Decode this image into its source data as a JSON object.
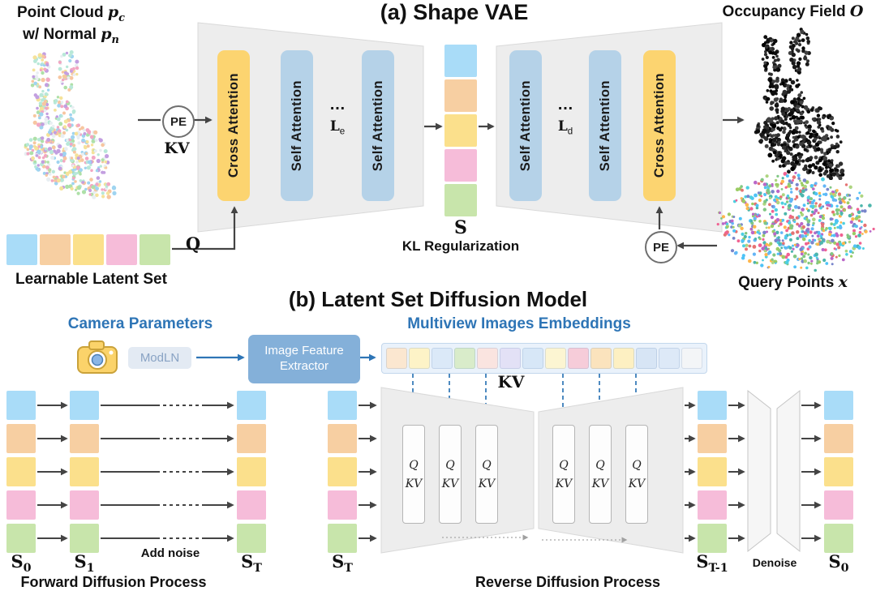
{
  "colors": {
    "latent": [
      "#a9dcf8",
      "#f7cfa2",
      "#fbe08c",
      "#f6bcd9",
      "#c8e5ab"
    ],
    "embeddings": [
      "#fbe7d0",
      "#fdf3c7",
      "#dbe9f8",
      "#d9ecca",
      "#fae4e0",
      "#e3e1f6",
      "#d7e7f7",
      "#fcf5d2",
      "#f6ccd9",
      "#fbe3bd",
      "#fdf0c2",
      "#d7e5f5",
      "#dde9f7",
      "#f3f5f7"
    ],
    "cross_attention": "#fcd470",
    "self_attention": "#b5d2e8",
    "accent_blue": "#2e75b6",
    "feature_box": "#84b0d9"
  },
  "panel_a": {
    "title": "(a) Shape VAE",
    "input_label": {
      "l1_pre": "Point Cloud ",
      "l1_var": "p",
      "l1_sub": "c",
      "l2_pre": "w/ Normal ",
      "l2_var": "p",
      "l2_sub": "n"
    },
    "pe": "PE",
    "kv": "KV",
    "encoder": {
      "cross": "Cross Attention",
      "self1": "Self Attention",
      "dots": "…",
      "l_var": "L",
      "l_sub": "e",
      "self2": "Self Attention"
    },
    "latent": {
      "s": "S",
      "kl": "KL Regularization"
    },
    "decoder": {
      "self1": "Self Attention",
      "dots": "…",
      "l_var": "L",
      "l_sub": "d",
      "self2": "Self Attention",
      "cross": "Cross Attention"
    },
    "occupancy_label": {
      "pre": "Occupancy Field ",
      "var": "O"
    },
    "query_label": {
      "pre": "Query Points ",
      "var": "x"
    },
    "pe2": "PE",
    "learnable_label": "Learnable Latent Set",
    "q": "Q"
  },
  "panel_b": {
    "title": "(b) Latent Set Diffusion Model",
    "camera_label": "Camera Parameters",
    "camera_icon": "camera",
    "modln": "ModLN",
    "feature_extractor": "Image Feature Extractor",
    "embeddings_label": "Multiview Images Embeddings",
    "kv": "KV",
    "qkv": {
      "q": "Q",
      "kv": "KV"
    },
    "forward": {
      "s0_var": "S",
      "s0_sub": "0",
      "s1_var": "S",
      "s1_sub": "1",
      "add_noise": "Add noise",
      "st_var": "S",
      "st_sub": "T",
      "caption": "Forward Diffusion Process"
    },
    "reverse": {
      "st_var": "S",
      "st_sub": "T",
      "st1_var": "S",
      "st1_sub": "T-1",
      "denoise": "Denoise",
      "s0_var": "S",
      "s0_sub": "0",
      "caption": "Reverse Diffusion Process"
    }
  }
}
